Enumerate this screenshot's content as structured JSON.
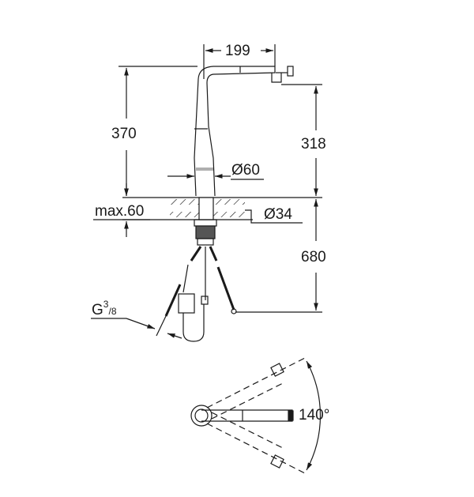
{
  "drawing": {
    "type": "faucet technical drawing",
    "dimensions": {
      "spout_reach": "199",
      "total_height": "370",
      "spout_outlet_height": "318",
      "base_diameter": "Ø60",
      "max_deck_thickness": "max.60",
      "hole_diameter": "Ø34",
      "hose_length": "680",
      "connection_thread_main": "G",
      "connection_thread_num": "3",
      "connection_thread_den": "8",
      "swivel_angle": "140°"
    },
    "colors": {
      "line": "#1a1a1a",
      "background": "#ffffff"
    }
  }
}
